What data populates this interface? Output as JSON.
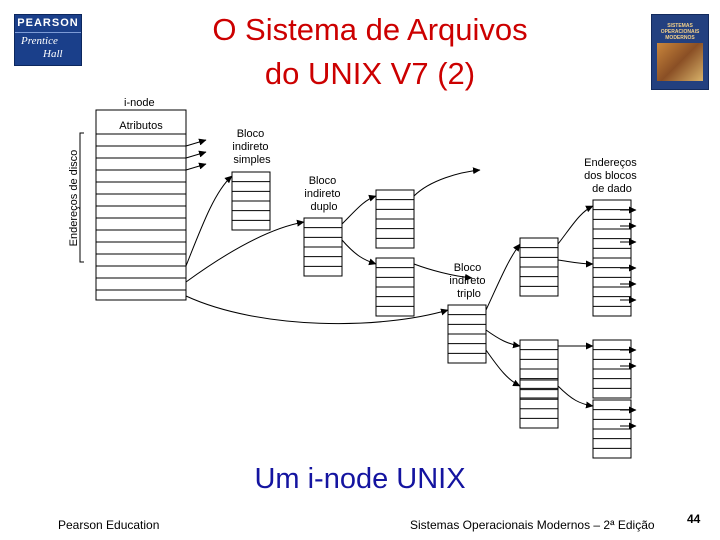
{
  "header": {
    "title_line1": "O Sistema de Arquivos",
    "title_line2": "do UNIX V7 (2)",
    "logo_top": "PEARSON",
    "logo_middle": "Prentice",
    "logo_bottom": "Hall",
    "book_cover_text": "SISTEMAS OPERACIONAIS MODERNOS"
  },
  "diagram": {
    "inode_label": "i-node",
    "attributes_label": "Atributos",
    "disk_addresses_label": "Endereços de disco",
    "single_indirect": [
      "Bloco",
      "indireto",
      "simples"
    ],
    "double_indirect": [
      "Bloco",
      "indireto",
      "duplo"
    ],
    "triple_indirect": [
      "Bloco",
      "indireto",
      "triplo"
    ],
    "data_block_addresses": [
      "Endereços",
      "dos blocos",
      "de dado"
    ]
  },
  "caption": "Um i-node UNIX",
  "footer": {
    "left": "Pearson Education",
    "right": "Sistemas Operacionais Modernos – 2ª Edição",
    "page_number": "44"
  },
  "colors": {
    "title": "#cc0000",
    "caption": "#1414a0",
    "logo": "#1a3f8a"
  }
}
